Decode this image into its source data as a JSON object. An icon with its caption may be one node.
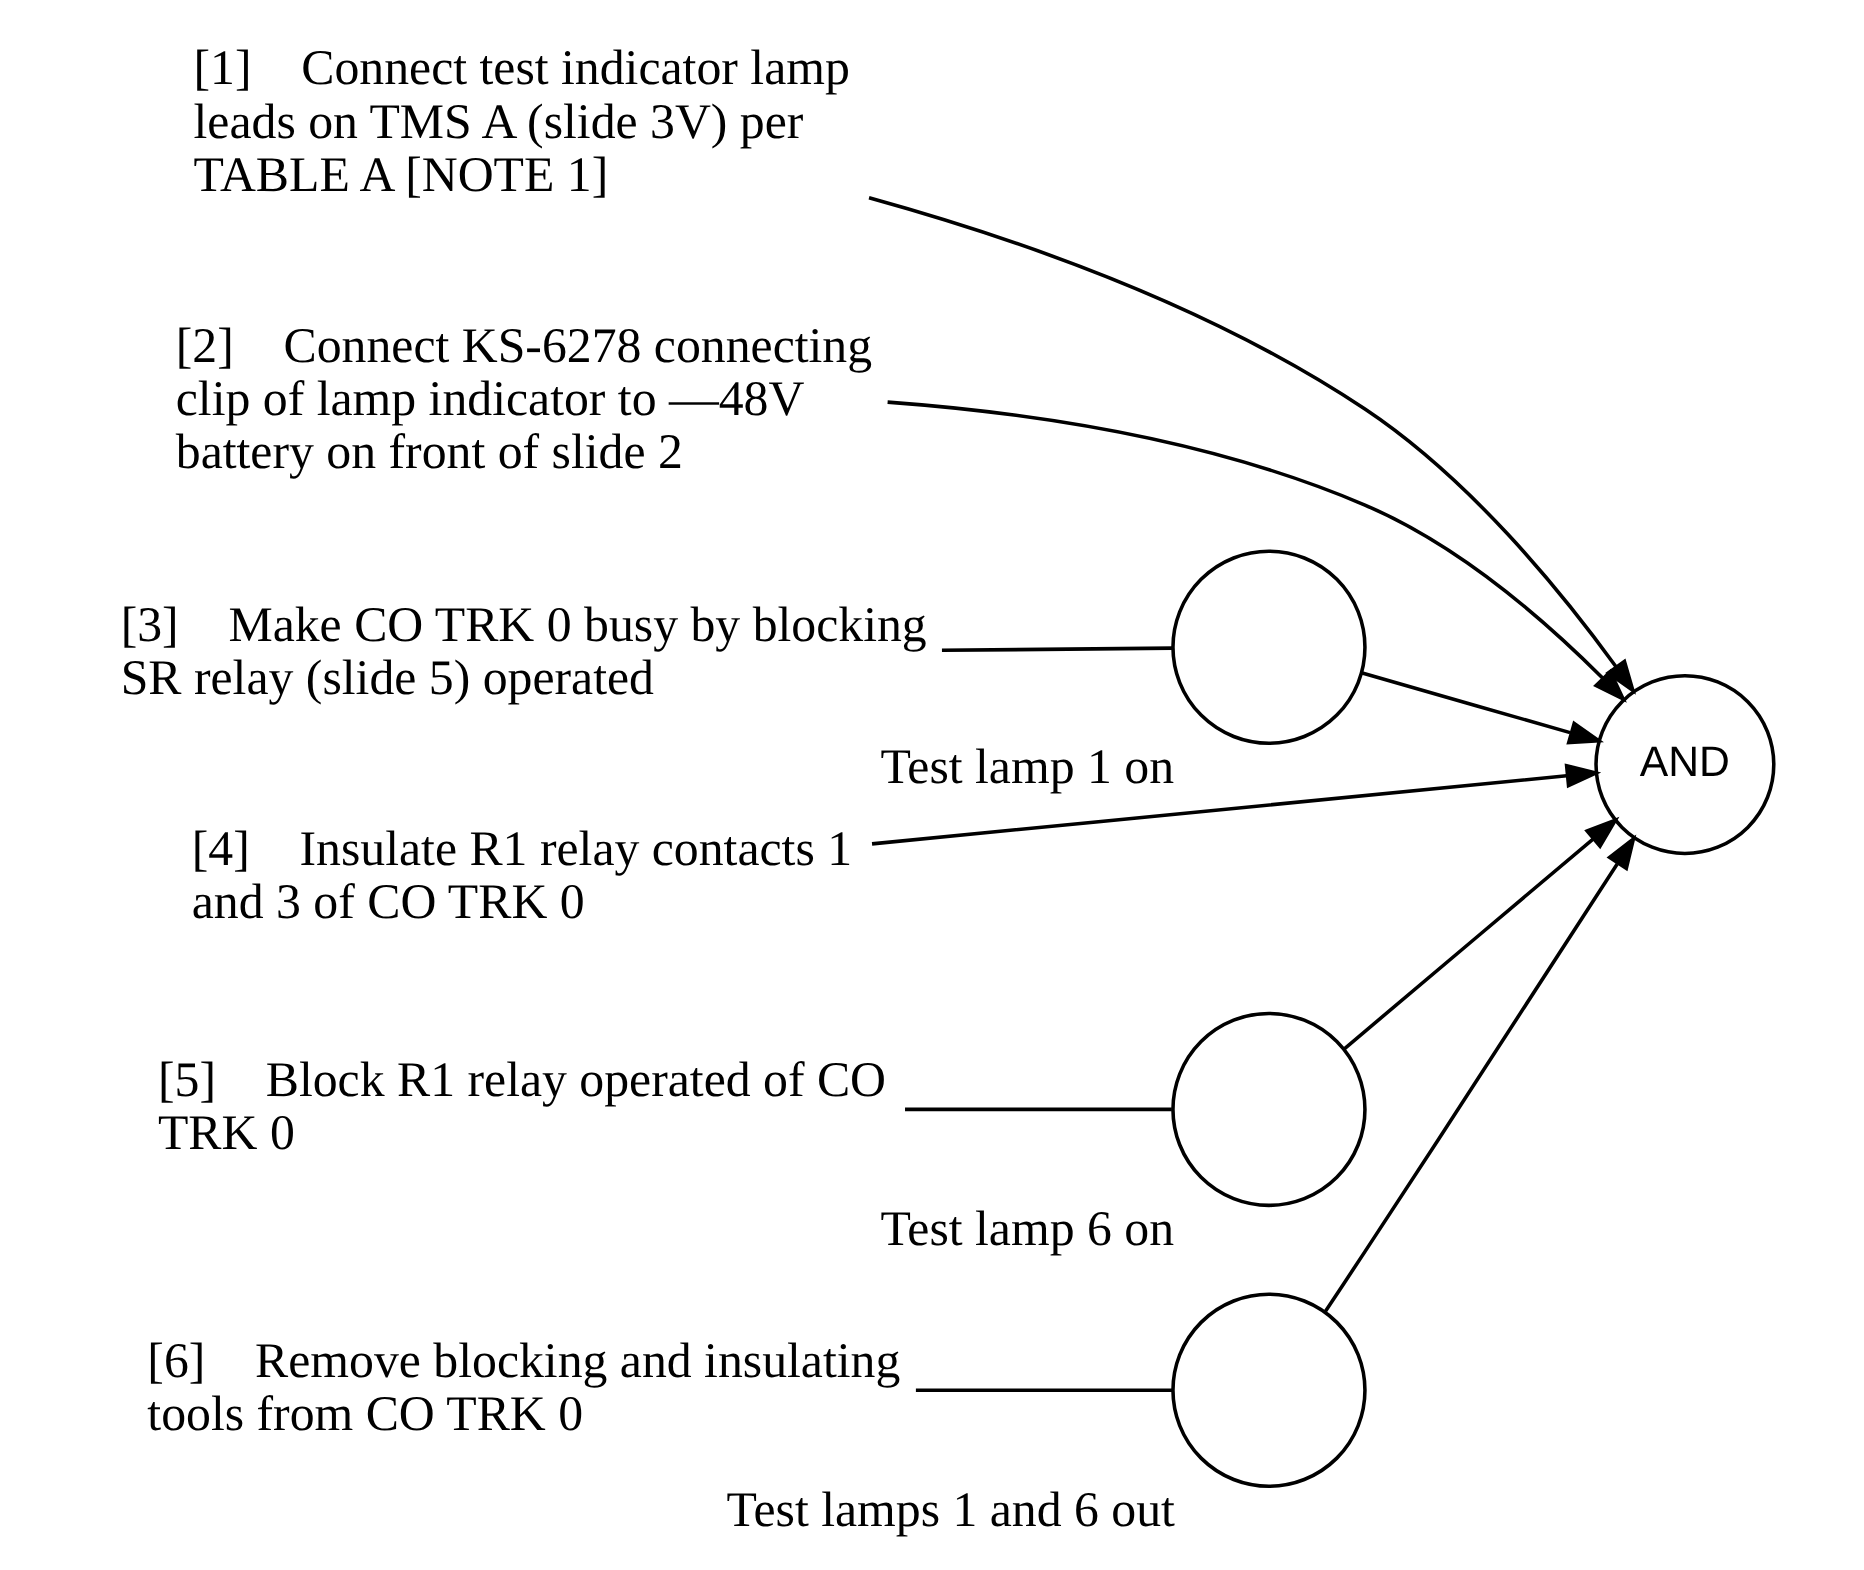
{
  "diagram": {
    "nodes": [
      {
        "text": [
          "[1]",
          "Connect test indicator lamp leads on TMS A (slide 3V) per TABLE A [NOTE 1]"
        ]
      },
      {
        "text": [
          "AND"
        ]
      },
      {
        "text": [
          "[2]",
          "Connect KS-6278 connecting clip of lamp indicator to —48V battery on front of slide 2"
        ]
      },
      {
        "text": [
          "[3]",
          "Make CO TRK 0 busy by blocking SR relay (slide 5) operated"
        ]
      },
      {
        "text": [],
        "shape": "circle",
        "beside": [
          "Test lamp 1 on"
        ]
      },
      {
        "text": [
          "[4]",
          "Insulate R1 relay contacts 1 and 3 of CO TRK 0"
        ]
      },
      {
        "text": [
          "[5]",
          "Block R1 relay operated of CO TRK 0"
        ]
      },
      {
        "text": [],
        "shape": "circle",
        "beside": [
          "Test lamp 6 on"
        ]
      },
      {
        "text": [
          "[6]",
          "Remove blocking and insulating tools from CO TRK 0"
        ]
      },
      {
        "text": [],
        "shape": "circle",
        "beside": [
          "Test lamps 1 and 6 out"
        ]
      }
    ],
    "edges": [
      {
        "from": 0,
        "to": 1,
        "arrow": "to"
      },
      {
        "from": 2,
        "to": 1,
        "arrow": "to"
      },
      {
        "from": 3,
        "to": 4,
        "arrow": "none"
      },
      {
        "from": 4,
        "to": 1,
        "arrow": "to"
      },
      {
        "from": 5,
        "to": 1,
        "arrow": "to"
      },
      {
        "from": 6,
        "to": 7,
        "arrow": "none"
      },
      {
        "from": 7,
        "to": 1,
        "arrow": "to"
      },
      {
        "from": 8,
        "to": 9,
        "arrow": "none"
      },
      {
        "from": 9,
        "to": 1,
        "arrow": "to"
      }
    ]
  }
}
